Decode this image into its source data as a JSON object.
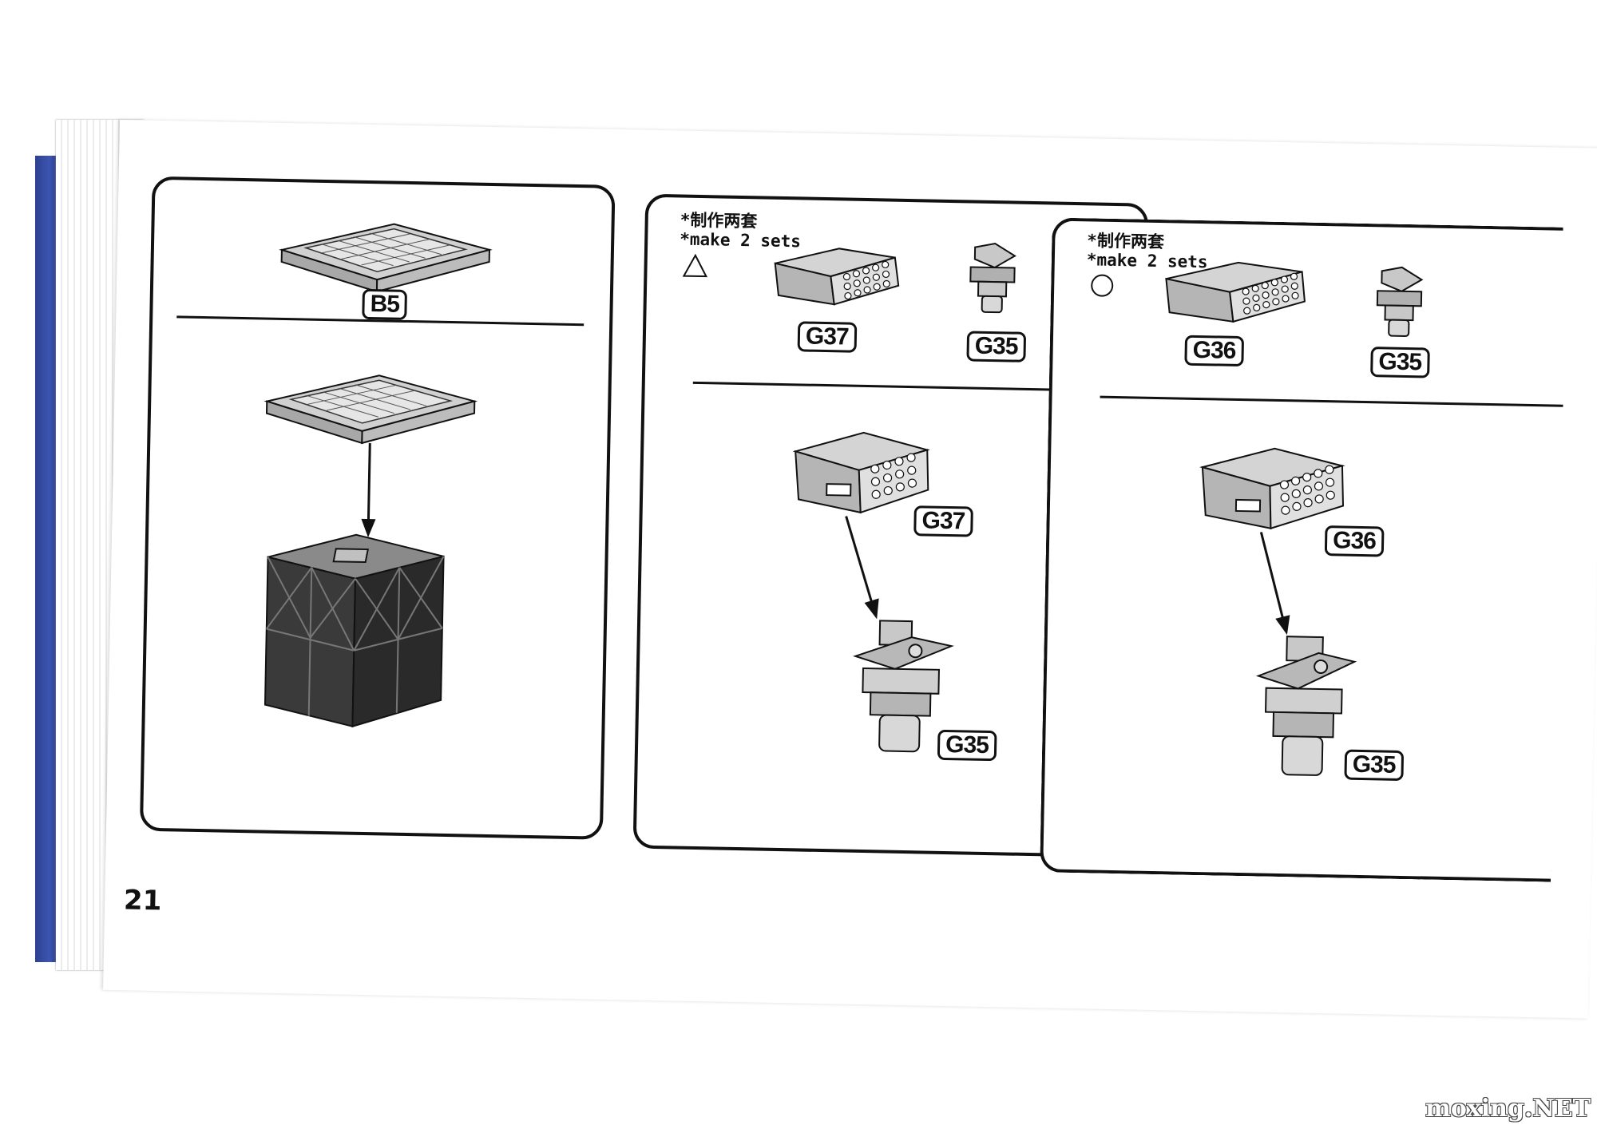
{
  "page": {
    "page_number": "21",
    "watermark": "moxing.NET"
  },
  "panel_1": {
    "parts": [
      "B5"
    ],
    "label_bottom": "B5"
  },
  "panel_2": {
    "note_cn": "*制作两套",
    "note_en": "*make 2 sets",
    "symbol": "triangle",
    "parts": [
      "G37",
      "G35"
    ],
    "assembly_labels": [
      "G37",
      "G35"
    ]
  },
  "panel_3": {
    "note_cn": "*制作两套",
    "note_en": "*make 2 sets",
    "symbol": "circle",
    "parts": [
      "G36",
      "G35"
    ],
    "assembly_labels": [
      "G36",
      "G35"
    ]
  },
  "colors": {
    "spine": "#3c55b2",
    "part_fill": "#c8c8c8",
    "cube_fill": "#3a3a3a"
  }
}
